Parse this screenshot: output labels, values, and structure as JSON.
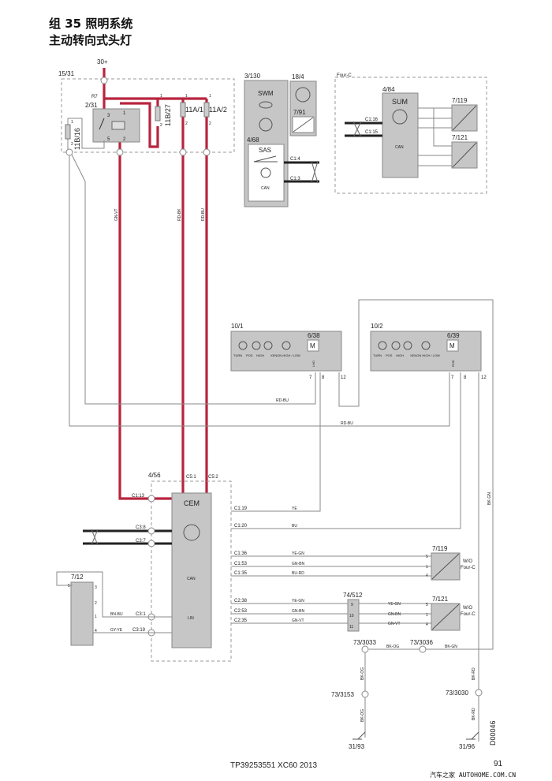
{
  "title": {
    "line1": "组 35 照明系统",
    "line2": "主动转向式头灯"
  },
  "power": {
    "supply": "30+",
    "fusebox": "15/31",
    "relay_pos": "R7",
    "relay": "2/31",
    "relay_pins": [
      "3",
      "5",
      "1",
      "2"
    ],
    "fuses": [
      {
        "id": "11B/16",
        "pins": [
          "1",
          "2"
        ]
      },
      {
        "id": "11B/27",
        "pins": [
          "1",
          "2"
        ]
      },
      {
        "id": "11A/1",
        "pins": [
          "1",
          "2"
        ]
      },
      {
        "id": "11A/2",
        "pins": [
          "1",
          "2"
        ]
      }
    ]
  },
  "wires_vertical": [
    "GN-VT",
    "RD-BK",
    "RD-BU"
  ],
  "steering": {
    "module": "3/130",
    "swm": "SWM",
    "unit": "18/4",
    "sensor": "7/91",
    "sas_id": "4/68",
    "sas": "SAS",
    "can": "CAN",
    "pins": [
      "C1:4",
      "C1:3"
    ]
  },
  "fourc": {
    "label": "Four-C",
    "module_id": "4/84",
    "module": "SUM",
    "can": "CAN",
    "pins": [
      "C1:16",
      "C1:15"
    ],
    "sensors": [
      "7/119",
      "7/121"
    ]
  },
  "headlamps": [
    {
      "id": "10/1",
      "motor": "6/38",
      "lamps": [
        "TURN",
        "POS",
        "HIGH",
        "XENON HIGH / LOW"
      ],
      "motor_label": "LHD",
      "pins": [
        "7",
        "8",
        "12"
      ]
    },
    {
      "id": "10/2",
      "motor": "6/39",
      "lamps": [
        "TURN",
        "POS",
        "HIGH",
        "XENON HIGH / LOW"
      ],
      "motor_label": "RHD",
      "pins": [
        "7",
        "8",
        "12"
      ]
    }
  ],
  "motor_symbol": "M",
  "lamp_wires": [
    "RD-BU",
    "RD-BU"
  ],
  "cem": {
    "id": "4/56",
    "name": "CEM",
    "can": "CAN",
    "lin": "LIN",
    "top_pins": [
      "C5:1",
      "C5:2"
    ],
    "left_pins": [
      "C1:13",
      "C3:8",
      "C3:7",
      "C3:1",
      "C3:19"
    ],
    "right": [
      {
        "pin": "C1:19",
        "wire": "YE"
      },
      {
        "pin": "C1:20",
        "wire": "BU"
      },
      {
        "pin": "C1:36",
        "wire": "YE-GN"
      },
      {
        "pin": "C1:53",
        "wire": "GN-BN"
      },
      {
        "pin": "C1:35",
        "wire": "BU-RD"
      },
      {
        "pin": "C2:38",
        "wire": "YE-GN"
      },
      {
        "pin": "C2:53",
        "wire": "GN-BN"
      },
      {
        "pin": "C2:35",
        "wire": "GN-VT"
      }
    ]
  },
  "switch": {
    "id": "7/12",
    "pins": [
      "5",
      "3",
      "2",
      "1",
      "4"
    ],
    "wires": [
      "BN-BU",
      "GY-YE"
    ]
  },
  "connector": {
    "id": "74/512",
    "pins": [
      "9",
      "10",
      "11"
    ],
    "wires": [
      "YE-GN",
      "GN-BN",
      "GN-VT"
    ]
  },
  "sensors": [
    {
      "id": "7/119",
      "pins": [
        "5",
        "1",
        "4"
      ],
      "note1": "W/O",
      "note2": "Four-C"
    },
    {
      "id": "7/121",
      "pins": [
        "5",
        "1",
        "4"
      ],
      "note1": "W/O",
      "note2": "Four-C"
    }
  ],
  "grounds": {
    "splices": [
      "73/3033",
      "73/3036",
      "73/3153",
      "73/3030"
    ],
    "wires": [
      "BK-OG",
      "BK-GN",
      "BK-OG",
      "BK-OG",
      "BK-RD",
      "BK-RD",
      "BK-GN"
    ],
    "points": [
      "31/93",
      "31/96"
    ]
  },
  "diagram_id": "D00046",
  "footer": {
    "doc": "TP39253551 XC60 2013",
    "page": "91",
    "watermark": "汽车之家  AUTOHOME.COM.CN"
  }
}
